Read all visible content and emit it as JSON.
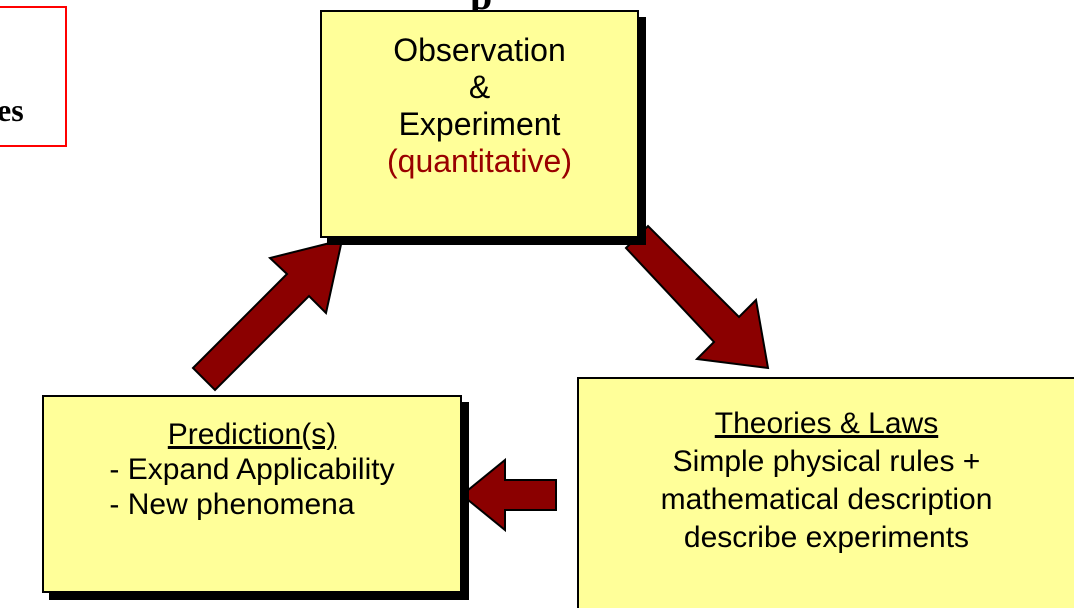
{
  "fragments": {
    "top_cut": "p",
    "left_cut": "es"
  },
  "colors": {
    "box_fill": "#ffff99",
    "arrow_fill": "#8b0000",
    "accent_text": "#990000",
    "frame_border": "#ff0000"
  },
  "observation": {
    "line1": "Observation",
    "line2": "&",
    "line3": "Experiment",
    "line4": "(quantitative)"
  },
  "prediction": {
    "title": "Prediction(s)",
    "items": [
      "- Expand Applicability",
      "- New phenomena"
    ]
  },
  "theories": {
    "title": "Theories & Laws",
    "lines": [
      "Simple physical rules +",
      "mathematical description",
      "describe experiments"
    ]
  }
}
